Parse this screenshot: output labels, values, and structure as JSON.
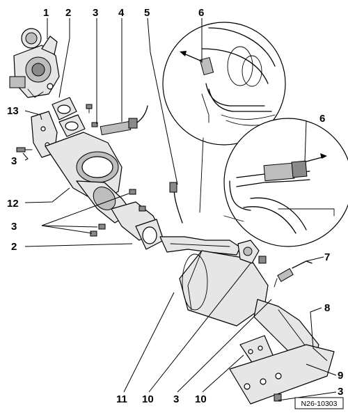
{
  "figure_reference": "N26-10303",
  "callouts": [
    {
      "id": "c1",
      "label": "1"
    },
    {
      "id": "c2a",
      "label": "2"
    },
    {
      "id": "c3a",
      "label": "3"
    },
    {
      "id": "c4",
      "label": "4"
    },
    {
      "id": "c5",
      "label": "5"
    },
    {
      "id": "c6a",
      "label": "6"
    },
    {
      "id": "c13",
      "label": "13"
    },
    {
      "id": "c3b",
      "label": "3"
    },
    {
      "id": "c6b",
      "label": "6"
    },
    {
      "id": "c12",
      "label": "12"
    },
    {
      "id": "c3c",
      "label": "3"
    },
    {
      "id": "c2b",
      "label": "2"
    },
    {
      "id": "c7",
      "label": "7"
    },
    {
      "id": "c8",
      "label": "8"
    },
    {
      "id": "c9",
      "label": "9"
    },
    {
      "id": "c11",
      "label": "11"
    },
    {
      "id": "c10a",
      "label": "10"
    },
    {
      "id": "c3d",
      "label": "3"
    },
    {
      "id": "c10b",
      "label": "10"
    },
    {
      "id": "c3e",
      "label": "3"
    }
  ]
}
